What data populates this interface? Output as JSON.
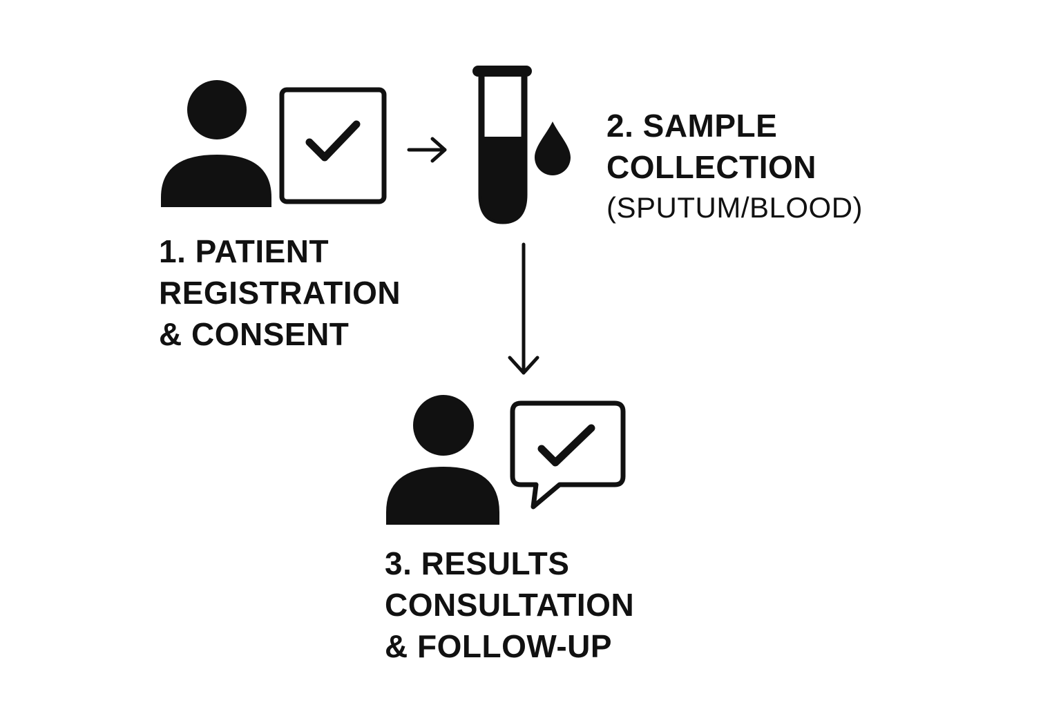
{
  "colors": {
    "ink": "#111111",
    "background": "#ffffff"
  },
  "steps": [
    {
      "id": "registration",
      "icon": "person-checkbox-icon",
      "lines": [
        "1. PATIENT",
        "REGISTRATION",
        "& CONSENT"
      ]
    },
    {
      "id": "sample",
      "icon": "test-tube-blood-drop-icon",
      "lines": [
        "2. SAMPLE",
        "COLLECTION"
      ],
      "note": "(SPUTUM/BLOOD)"
    },
    {
      "id": "results",
      "icon": "person-speech-check-icon",
      "lines": [
        "3. RESULTS",
        "CONSULTATION",
        "& FOLLOW-UP"
      ]
    }
  ],
  "connectors": [
    {
      "from": "registration",
      "to": "sample",
      "direction": "right"
    },
    {
      "from": "sample",
      "to": "results",
      "direction": "down"
    }
  ]
}
